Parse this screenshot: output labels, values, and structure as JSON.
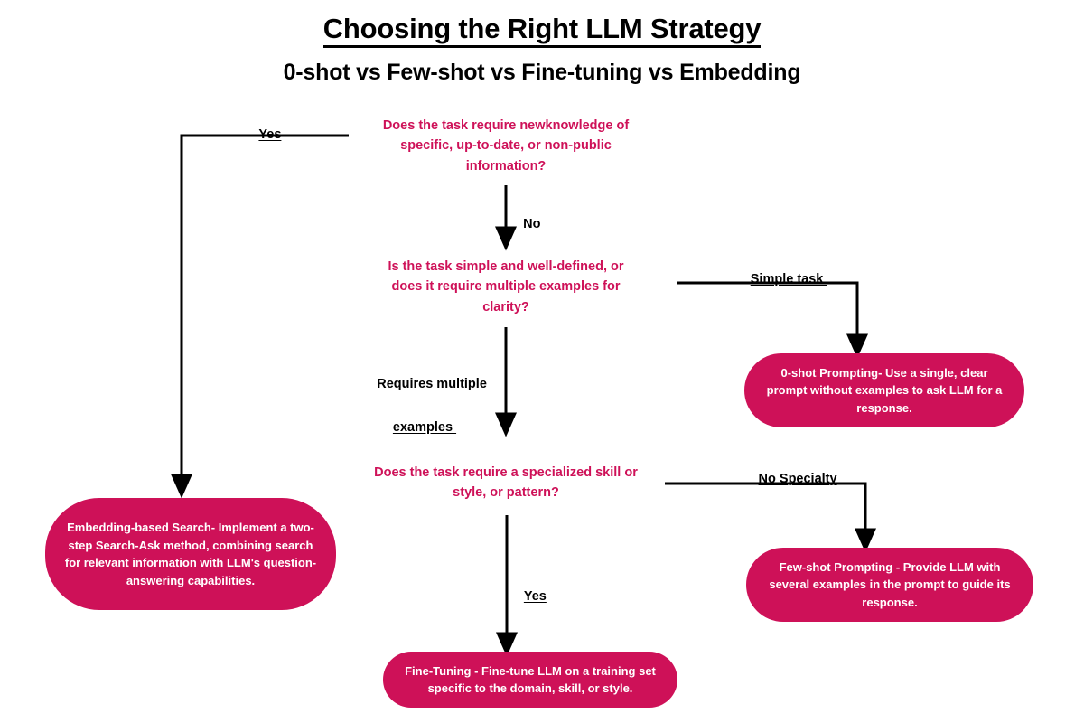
{
  "header": {
    "title": "Choosing the Right LLM Strategy",
    "subtitle": "0-shot vs Few-shot vs Fine-tuning vs Embedding"
  },
  "colors": {
    "accent": "#CE1158",
    "box_fill": "#CE1158",
    "box_text": "#FFFFFF",
    "decision_text": "#CE1158",
    "edge": "#000000",
    "background": "#FFFFFF"
  },
  "chart_data": {
    "type": "flowchart",
    "title": "Choosing the Right LLM Strategy",
    "subtitle": "0-shot vs Few-shot vs Fine-tuning vs Embedding",
    "nodes": [
      {
        "id": "d1",
        "kind": "decision",
        "text": "Does the task require newknowledge of specific, up-to-date, or non-public information?"
      },
      {
        "id": "d2",
        "kind": "decision",
        "text": "Is the task simple and well-defined, or does it require multiple examples for clarity?"
      },
      {
        "id": "d3",
        "kind": "decision",
        "text": "Does the task require a specialized skill or style, or pattern?"
      },
      {
        "id": "t1",
        "kind": "terminal",
        "text": "Embedding-based Search- Implement a two-step Search-Ask method, combining search for relevant information with LLM's question-answering capabilities."
      },
      {
        "id": "t2",
        "kind": "terminal",
        "text": "0-shot Prompting- Use a single, clear prompt without examples to ask LLM for a response."
      },
      {
        "id": "t3",
        "kind": "terminal",
        "text": "Few-shot Prompting - Provide LLM with several examples in the prompt to guide its response."
      },
      {
        "id": "t4",
        "kind": "terminal",
        "text": "Fine-Tuning - Fine-tune LLM on a training set specific to the domain, skill, or style."
      }
    ],
    "edges": [
      {
        "from": "d1",
        "to": "t1",
        "label": "Yes"
      },
      {
        "from": "d1",
        "to": "d2",
        "label": "No"
      },
      {
        "from": "d2",
        "to": "t2",
        "label": "Simple task "
      },
      {
        "from": "d2",
        "to": "d3",
        "label": "Requires multiple examples "
      },
      {
        "from": "d3",
        "to": "t3",
        "label": "No Specialty"
      },
      {
        "from": "d3",
        "to": "t4",
        "label": "Yes"
      }
    ]
  },
  "labels": {
    "yes_top": "Yes",
    "no_mid": "No",
    "simple_task": "Simple task ",
    "requires_multiple_line1": "Requires multiple",
    "requires_multiple_line2": "examples ",
    "no_specialty": "No Specialty",
    "yes_bottom": "Yes"
  },
  "decisions": {
    "d1_line1": "Does the task require newknowledge of",
    "d1_line2": "specific, up-to-date, or non-public",
    "d1_line3": "information?",
    "d2_line1": "Is the task simple and well-defined, or",
    "d2_line2": "does it require multiple examples for",
    "d2_line3": "clarity?",
    "d3_line1": "Does the task require a specialized skill or",
    "d3_line2": "style, or pattern?"
  },
  "terminals": {
    "embedding_search": "Embedding-based Search- Implement a two-step Search-Ask method, combining search for relevant information with LLM's question-answering capabilities.",
    "zero_shot": "0-shot Prompting- Use a single, clear prompt without examples to ask LLM for a response.",
    "few_shot": "Few-shot Prompting - Provide LLM with several examples in the prompt to guide its response.",
    "fine_tuning": "Fine-Tuning - Fine-tune LLM on a training set specific to the domain, skill, or style."
  }
}
